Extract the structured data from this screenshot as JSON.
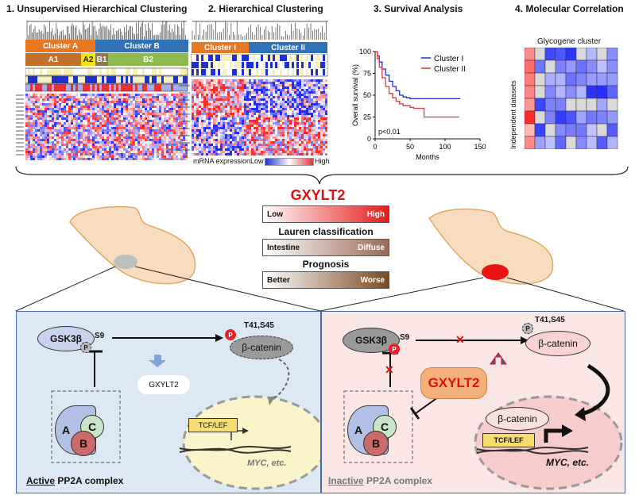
{
  "panels": {
    "p1": {
      "title": "1. Unsupervised Hierarchical Clustering",
      "cluster_a": "Cluster A",
      "cluster_b": "Cluster B",
      "a1": "A1",
      "a2": "A2",
      "b1": "B1",
      "b2": "B2"
    },
    "p2": {
      "title": "2. Hierarchical Clustering",
      "cluster_1": "Cluster I",
      "cluster_2": "Cluster II",
      "scale_label": "mRNA expression",
      "low": "Low",
      "high": "High"
    },
    "p3": {
      "title": "3. Survival Analysis",
      "ylabel": "Overall survival (%)",
      "xlabel": "Months",
      "pvalue": "p<0.01",
      "legend": [
        "Cluster I",
        "Cluster II"
      ]
    },
    "p4": {
      "title": "4. Molecular Correlation",
      "subtitle": "Glycogene cluster",
      "ylabel": "Independent datasets"
    }
  },
  "center": {
    "gene": "GXYLT2",
    "gene_low": "Low",
    "gene_high": "High",
    "lauren_title": "Lauren classification",
    "lauren_left": "Intestine",
    "lauren_right": "Diffuse",
    "prog_title": "Prognosis",
    "prog_left": "Better",
    "prog_right": "Worse"
  },
  "left_panel": {
    "gsk": "GSK3β",
    "s9": "S9",
    "p": "P",
    "t41": "T41,S45",
    "bcat": "β-catenin",
    "gxylt2": "GXYLT2",
    "tcf": "TCF/LEF",
    "myc": "MYC, etc.",
    "a": "A",
    "b": "B",
    "c": "C",
    "caption_bold": "Active",
    "caption_rest": " PP2A complex"
  },
  "right_panel": {
    "gsk": "GSK3β",
    "s9": "S9",
    "p": "P",
    "t41": "T41,S45",
    "bcat": "β-catenin",
    "bcat2": "β-catenin",
    "gxylt2": "GXYLT2",
    "tcf": "TCF/LEF",
    "myc": "MYC, etc.",
    "a": "A",
    "b": "B",
    "c": "C",
    "caption_bold": "Inactive",
    "caption_rest": " PP2A complex"
  },
  "chart_data": {
    "type": "line",
    "title": "3. Survival Analysis",
    "xlabel": "Months",
    "ylabel": "Overall survival (%)",
    "xlim": [
      0,
      150
    ],
    "ylim": [
      0,
      100
    ],
    "xticks": [
      0,
      50,
      100,
      150
    ],
    "yticks": [
      0,
      25,
      50,
      75,
      100
    ],
    "series": [
      {
        "name": "Cluster I",
        "color": "#1f2fd0",
        "x": [
          0,
          3,
          6,
          10,
          15,
          20,
          25,
          30,
          35,
          40,
          45,
          50,
          60,
          80,
          100,
          122
        ],
        "y": [
          100,
          95,
          88,
          80,
          73,
          66,
          60,
          55,
          50,
          48,
          47,
          46,
          46,
          46,
          46,
          46
        ]
      },
      {
        "name": "Cluster II",
        "color": "#e8323a",
        "x": [
          0,
          3,
          6,
          10,
          15,
          20,
          25,
          30,
          35,
          40,
          50,
          55,
          65,
          70,
          80,
          100,
          120
        ],
        "y": [
          100,
          92,
          82,
          70,
          60,
          52,
          47,
          43,
          40,
          38,
          36,
          35,
          35,
          25,
          25,
          25,
          25
        ]
      }
    ],
    "annotation": "p<0.01"
  }
}
